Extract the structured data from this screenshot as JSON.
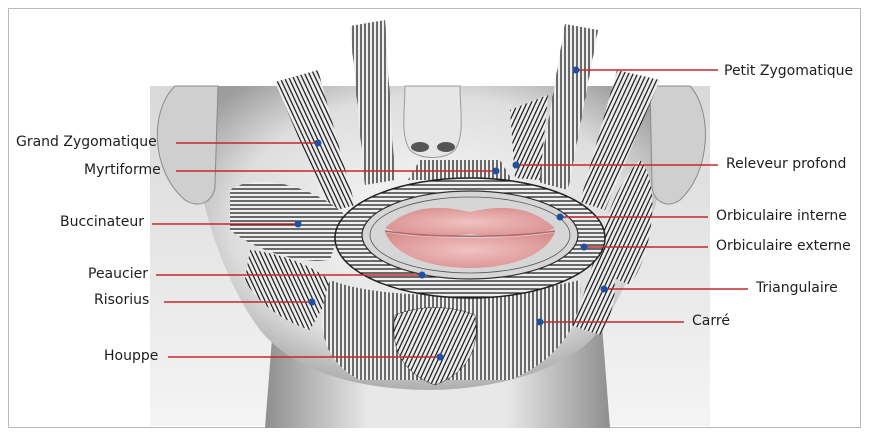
{
  "diagram": {
    "muscles": [
      {
        "id": "grand-zygomatique",
        "label": "Grand Zygomatique",
        "side": "left"
      },
      {
        "id": "myrtiforme",
        "label": "Myrtiforme",
        "side": "left"
      },
      {
        "id": "buccinateur",
        "label": "Buccinateur",
        "side": "left"
      },
      {
        "id": "peaucier",
        "label": "Peaucier",
        "side": "left"
      },
      {
        "id": "risorius",
        "label": "Risorius",
        "side": "left"
      },
      {
        "id": "houppe",
        "label": "Houppe",
        "side": "left"
      },
      {
        "id": "petit-zygomatique",
        "label": "Petit Zygomatique",
        "side": "right"
      },
      {
        "id": "releveur-profond",
        "label": "Releveur profond",
        "side": "right"
      },
      {
        "id": "orbiculaire-interne",
        "label": "Orbiculaire interne",
        "side": "right"
      },
      {
        "id": "orbiculaire-externe",
        "label": "Orbiculaire externe",
        "side": "right"
      },
      {
        "id": "triangulaire",
        "label": "Triangulaire",
        "side": "right"
      },
      {
        "id": "carre",
        "label": "Carré",
        "side": "right"
      }
    ],
    "colors": {
      "leader_line": "#c8262c",
      "marker_dot": "#1f4fa0",
      "lips": "#e3a2a2",
      "skin_light": "#f2f2f2",
      "skin_dark": "#9a9a9a",
      "muscle_fiber": "#111111",
      "frame": "#b9b9b9"
    }
  }
}
